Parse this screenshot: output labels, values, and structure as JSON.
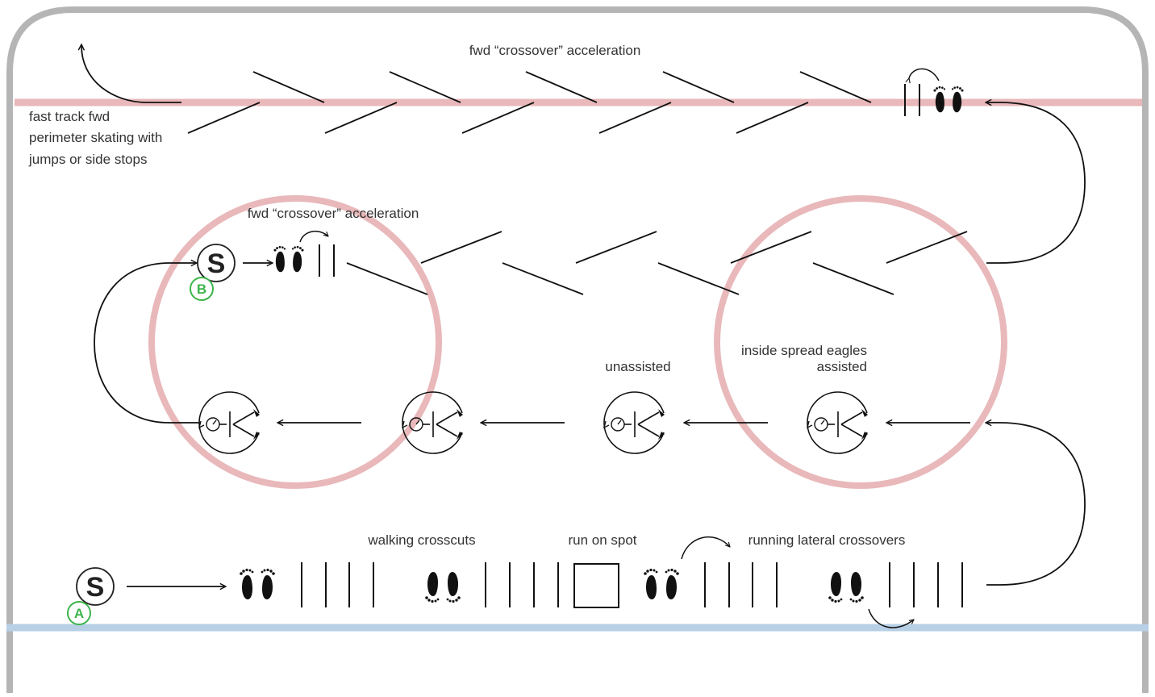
{
  "colors": {
    "rink_border": "#b5b5b5",
    "red_line": "#e9b8ba",
    "blue_line": "#b7d0e6",
    "badge_green": "#3cb54a",
    "ink": "#111111"
  },
  "labels": {
    "top_crossover": "fwd “crossover” acceleration",
    "perimeter_line1": "fast track fwd",
    "perimeter_line2": "perimeter skating with",
    "perimeter_line3": "jumps or side stops",
    "mid_crossover": "fwd “crossover” acceleration",
    "unassisted": "unassisted",
    "spread_eagles_line1": "inside spread eagles",
    "spread_eagles_line2": "assisted",
    "walking_crosscuts": "walking crosscuts",
    "run_on_spot": "run on spot",
    "running_lateral": "running lateral crossovers"
  },
  "starts": {
    "a": {
      "symbol": "S",
      "badge": "A"
    },
    "b": {
      "symbol": "S",
      "badge": "B"
    }
  },
  "icons": [
    "footprints-icon",
    "spread-eagle-icon",
    "start-icon"
  ]
}
